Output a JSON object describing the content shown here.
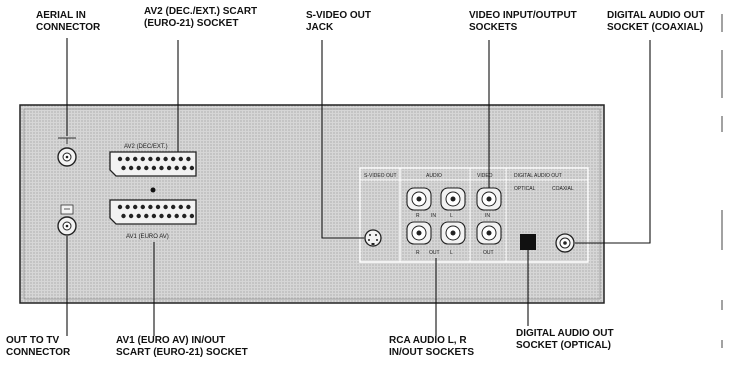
{
  "callouts": {
    "aerial_in": [
      "AERIAL IN",
      "CONNECTOR"
    ],
    "av2_scart": [
      "AV2 (DEC./EXT.) SCART",
      "(EURO-21)  SOCKET"
    ],
    "svideo_out": [
      "S-VIDEO OUT",
      "JACK"
    ],
    "video_io": [
      "VIDEO INPUT/OUTPUT",
      "SOCKETS"
    ],
    "digital_coax": [
      "DIGITAL AUDIO OUT",
      "SOCKET (COAXIAL)"
    ],
    "out_to_tv": [
      "OUT TO TV",
      "CONNECTOR"
    ],
    "av1_scart": [
      "AV1 (EURO AV) IN/OUT",
      "SCART  (EURO-21) SOCKET"
    ],
    "rca_audio": [
      "RCA AUDIO L, R",
      "IN/OUT SOCKETS"
    ],
    "digital_optical": [
      "DIGITAL AUDIO OUT",
      "SOCKET (OPTICAL)"
    ]
  },
  "panel": {
    "av2_label": "AV2 (DEC/EXT.)",
    "av1_label": "AV1 (EURO AV)",
    "svideo_label": "S-VIDEO OUT",
    "audio_label": "AUDIO",
    "video_label": "VIDEO",
    "digital_label": "DIGITAL AUDIO OUT",
    "optical_label": "OPTICAL",
    "coaxial_label": "COAXIAL",
    "in_label": "IN",
    "out_label": "OUT",
    "r_label": "R",
    "l_label": "L"
  },
  "colors": {
    "panel_fill": "#d4d4d4",
    "panel_border": "#222222",
    "connector_fill": "#f2f2f2",
    "optical_fill": "#111111"
  }
}
